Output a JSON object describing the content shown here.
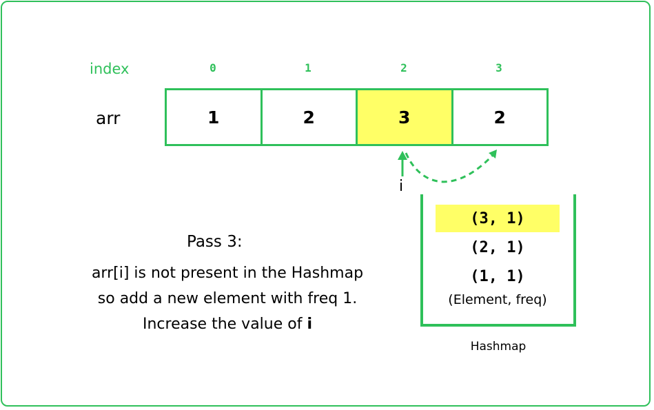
{
  "index_label": "index",
  "indices": [
    "0",
    "1",
    "2",
    "3"
  ],
  "arr_label": "arr",
  "array_values": [
    "1",
    "2",
    "3",
    "2"
  ],
  "highlighted_index": 2,
  "pointer_label": "i",
  "pass_title": "Pass 3:",
  "description": {
    "line1": "arr[i] is not present in the Hashmap",
    "line2": "so add a new element with freq 1.",
    "line3_prefix": "Increase the value of ",
    "line3_bold": "i"
  },
  "hashmap_entries": [
    "(3, 1)",
    "(2, 1)",
    "(1, 1)"
  ],
  "hashmap_highlighted_entry": 0,
  "hashmap_legend": "(Element, freq)",
  "hashmap_label": "Hashmap",
  "colors": {
    "accent": "#2fc05a",
    "highlight": "#ffff66",
    "text": "#000000"
  }
}
